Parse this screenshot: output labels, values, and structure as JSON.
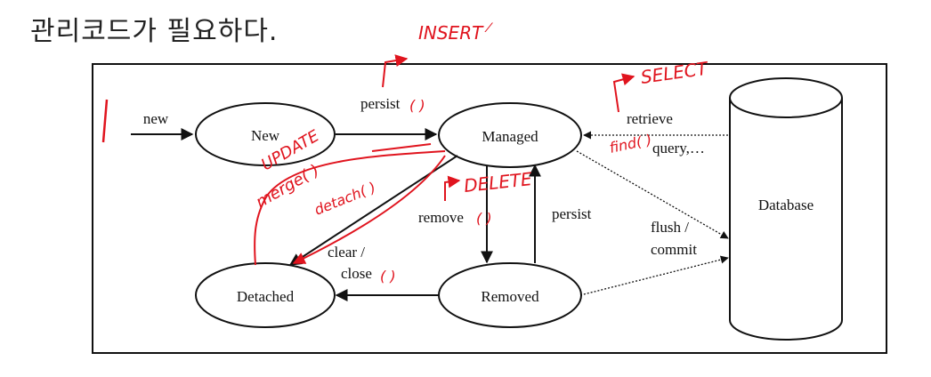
{
  "heading": "관리코드가 필요하다.",
  "states": {
    "new": "New",
    "managed": "Managed",
    "detached": "Detached",
    "removed": "Removed",
    "database": "Database"
  },
  "transitions": {
    "new_label": "new",
    "persist_label": "persist",
    "retrieve_label": "retrieve",
    "query_label": "query,…",
    "remove_label": "remove",
    "persist2_label": "persist",
    "clear_label": "clear /",
    "close_label": "close",
    "flush_label": "flush /",
    "commit_label": "commit"
  },
  "annotations": {
    "insert": "INSERT",
    "select": "SELECT",
    "update": "UPDATE",
    "merge": "merge( )",
    "detach": "detach( )",
    "delete": "DELETE",
    "find": "find( )",
    "parens": "( )"
  },
  "colors": {
    "annotation": "#e0141e",
    "line": "#111111"
  }
}
